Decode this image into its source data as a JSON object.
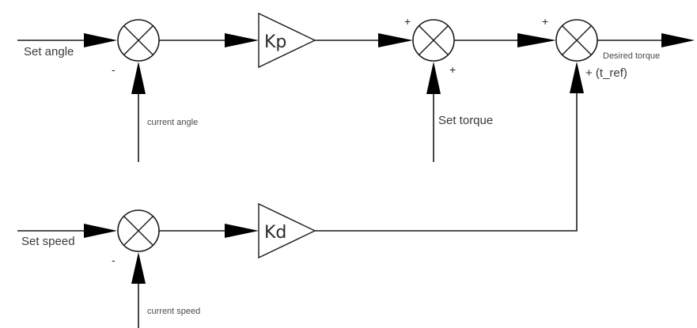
{
  "labels": {
    "set_angle": "Set angle",
    "current_angle": "current angle",
    "set_torque": "Set torque",
    "desired_torque": "Desired torque",
    "t_ref": "+ (t_ref)",
    "set_speed": "Set speed",
    "current_speed": "current speed"
  },
  "gains": {
    "kp": "Kp",
    "kd": "Kd"
  },
  "signs": {
    "angle_feedback": "-",
    "torque_left": "+",
    "torque_bottom": "+",
    "output_left": "+",
    "speed_feedback": "-"
  },
  "colors": {
    "line": "#1a1a1a",
    "arrow": "#000000",
    "text": "#3a3a3a"
  }
}
